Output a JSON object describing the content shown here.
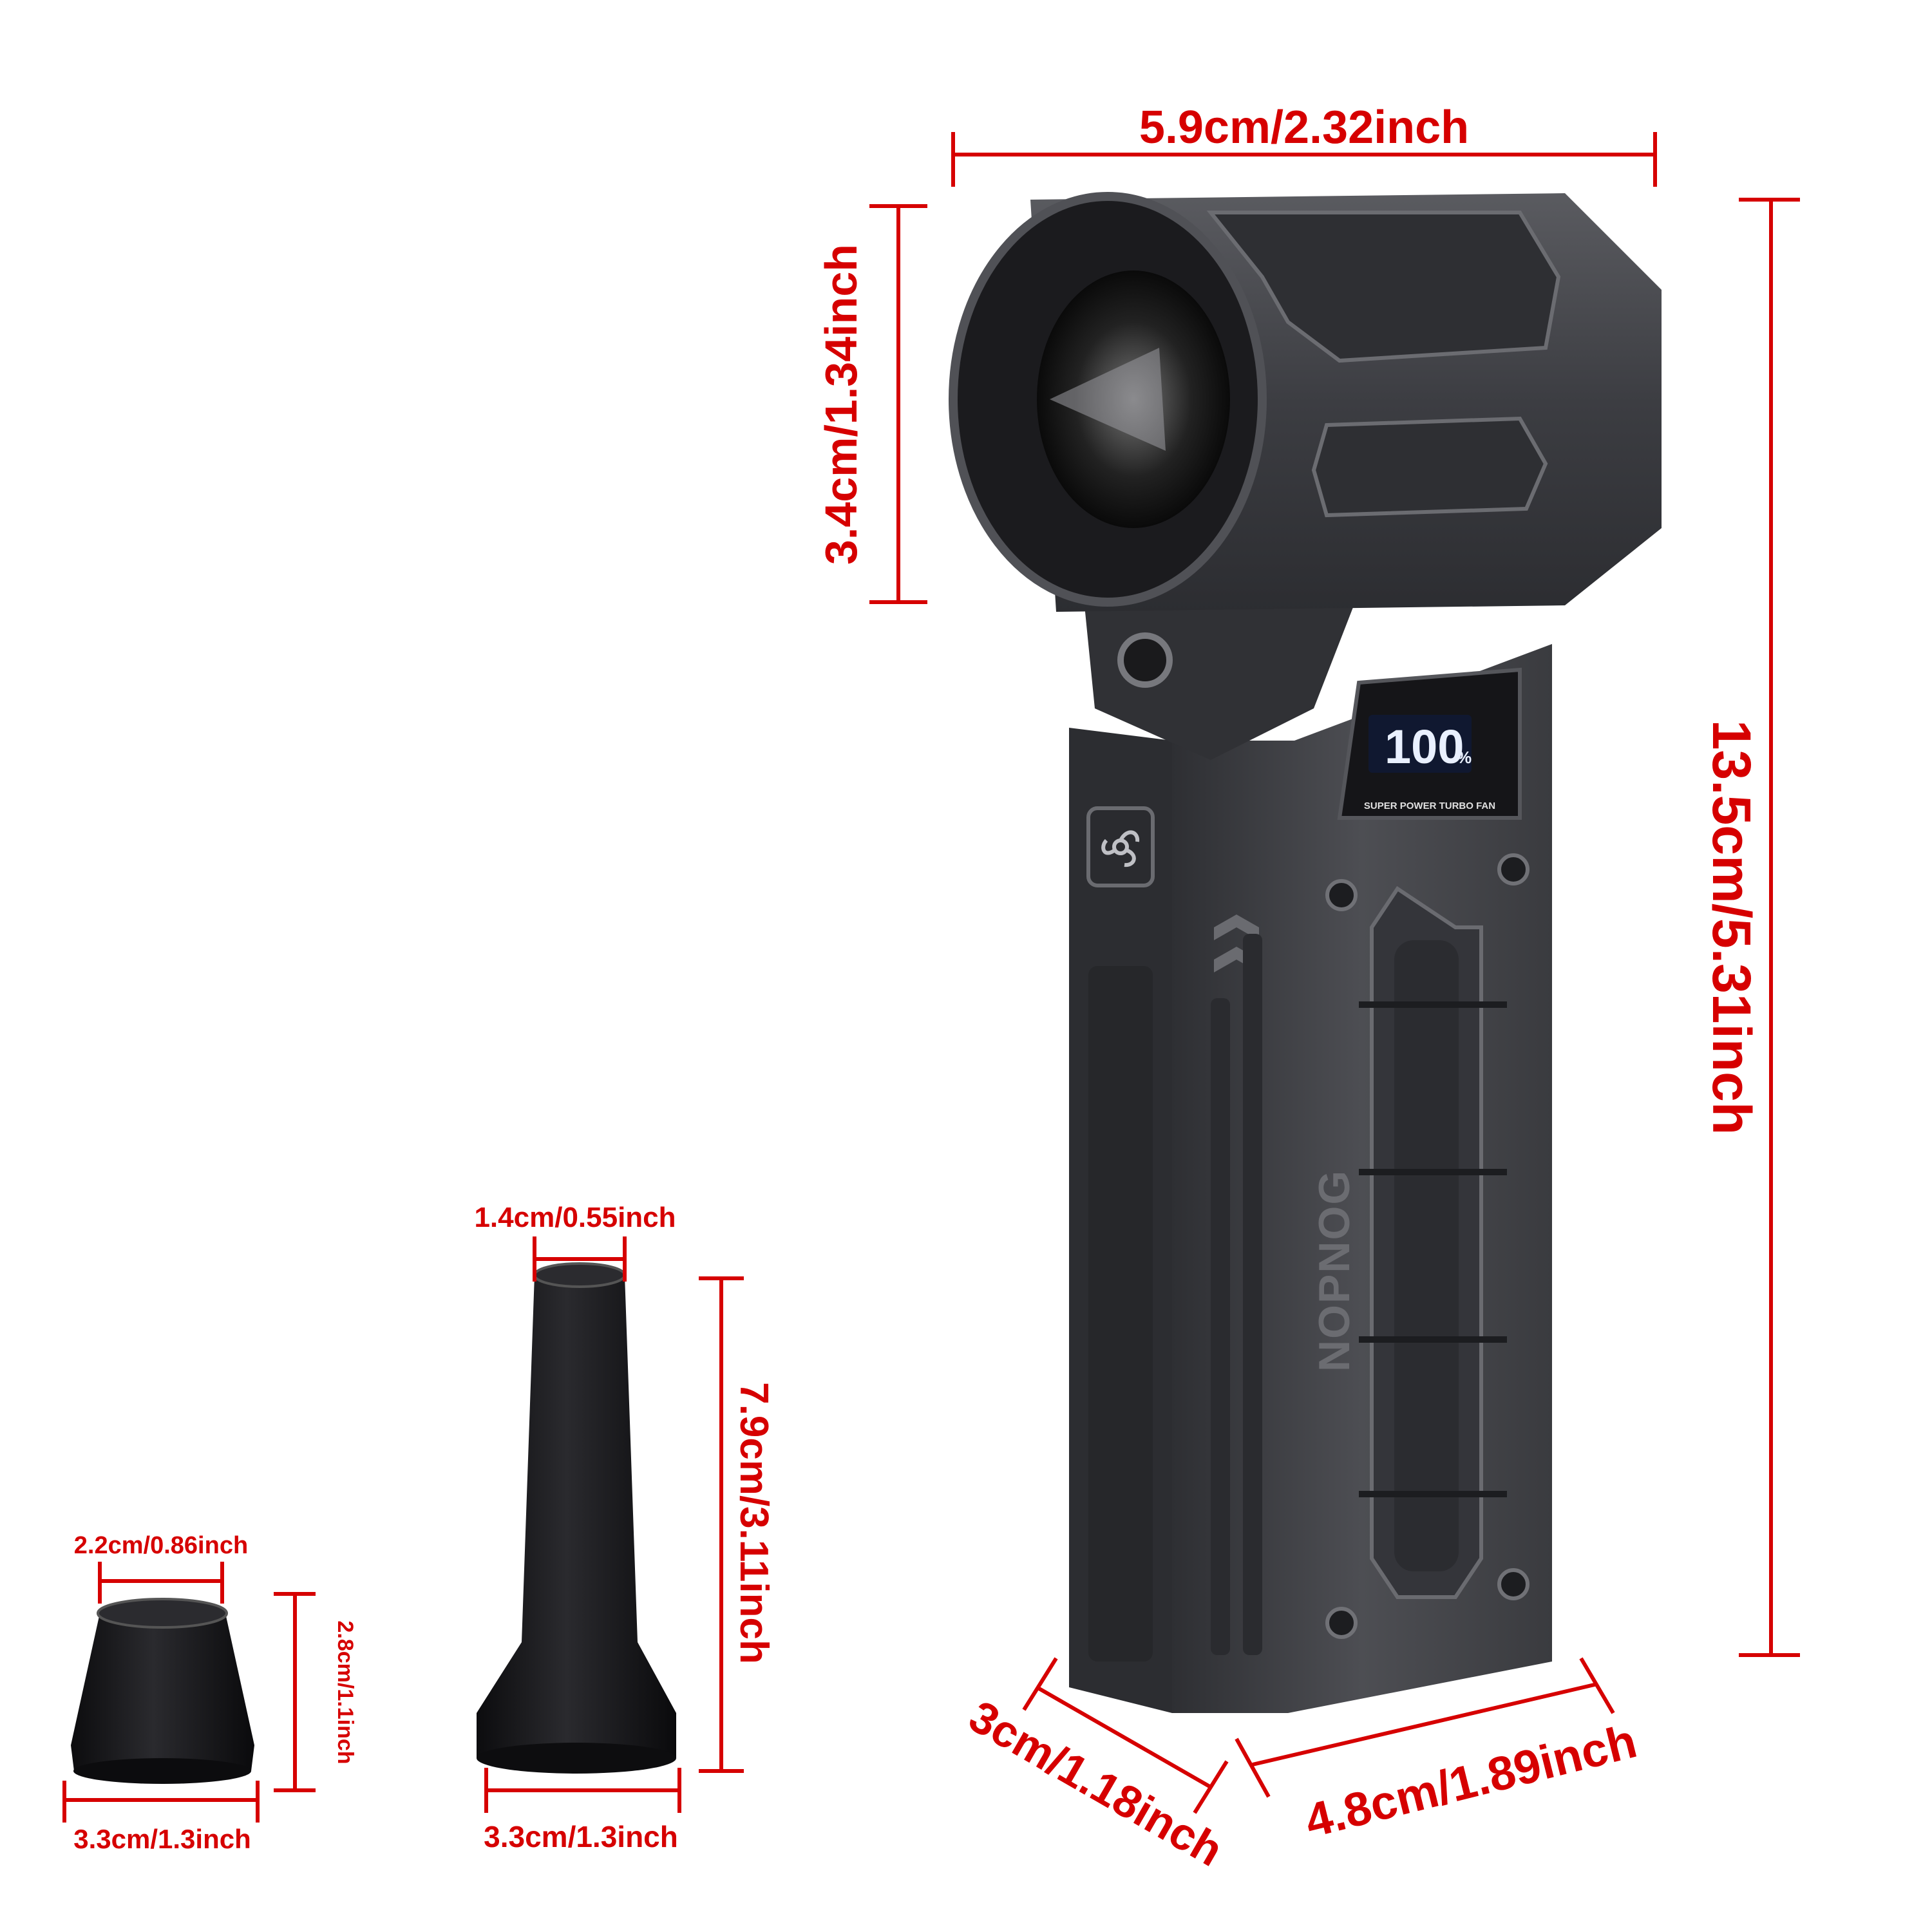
{
  "colors": {
    "dimension": "#d60000",
    "body_dark": "#3a3b3f",
    "body_mid": "#4a4b50",
    "body_light": "#6a6b70",
    "lcd_bg": "#101830",
    "lcd_text": "#e9f0ff",
    "accessory": "#111113"
  },
  "dimensions": {
    "top_width": "5.9cm/2.32inch",
    "head_height": "3.4cm/1.34inch",
    "total_height": "13.5cm/5.31inch",
    "depth": "3cm/1.18inch",
    "base_width": "4.8cm/1.89inch",
    "long_nozzle_tip": "1.4cm/0.55inch",
    "long_nozzle_height": "7.9cm/3.11inch",
    "long_nozzle_base": "3.3cm/1.3inch",
    "short_nozzle_top": "2.2cm/0.86inch",
    "short_nozzle_height": "2.8cm/1.1inch",
    "short_nozzle_base": "3.3cm/1.3inch"
  },
  "device": {
    "display_value": "100",
    "display_unit": "%",
    "display_caption": "SUPER POWER TURBO FAN",
    "brand": "NOPNOG",
    "power_button_icon": "fan-icon"
  }
}
